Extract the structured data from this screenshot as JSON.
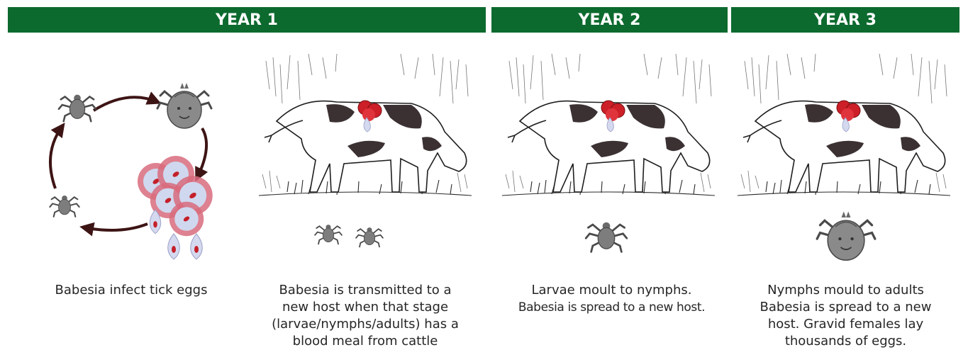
{
  "years": [
    {
      "label": "YEAR 1"
    },
    {
      "label": "YEAR 2"
    },
    {
      "label": "YEAR 3"
    }
  ],
  "panels": [
    {
      "caption_lines": [
        "Babesia infect tick eggs"
      ]
    },
    {
      "caption_lines": [
        "Babesia is transmitted to a",
        "new host when that stage",
        "(larvae/nymphs/adults) has a",
        "blood meal from cattle"
      ]
    },
    {
      "caption_lines": [
        "Larvae moult to nymphs.",
        "Babesia is spread to a new host."
      ]
    },
    {
      "caption_lines": [
        "Nymphs mould to adults",
        "Babesia is spread to a new",
        "host. Gravid females lay",
        "thousands of eggs."
      ]
    }
  ],
  "colors": {
    "banner": "#0c6a2e",
    "banner_text": "#ffffff",
    "tick": "#7a7a7a",
    "arrow": "#3d1414",
    "red_cell": "#d86b7c",
    "blood_drop": "#cc1f28",
    "cow_spot": "#3b3133"
  },
  "icons": [
    "tick-larva-icon",
    "tick-nymph-icon",
    "tick-adult-icon",
    "red-blood-cell-icon",
    "babesia-parasite-icon",
    "cow-icon",
    "blood-drop-icon",
    "cycle-arrow-icon"
  ]
}
